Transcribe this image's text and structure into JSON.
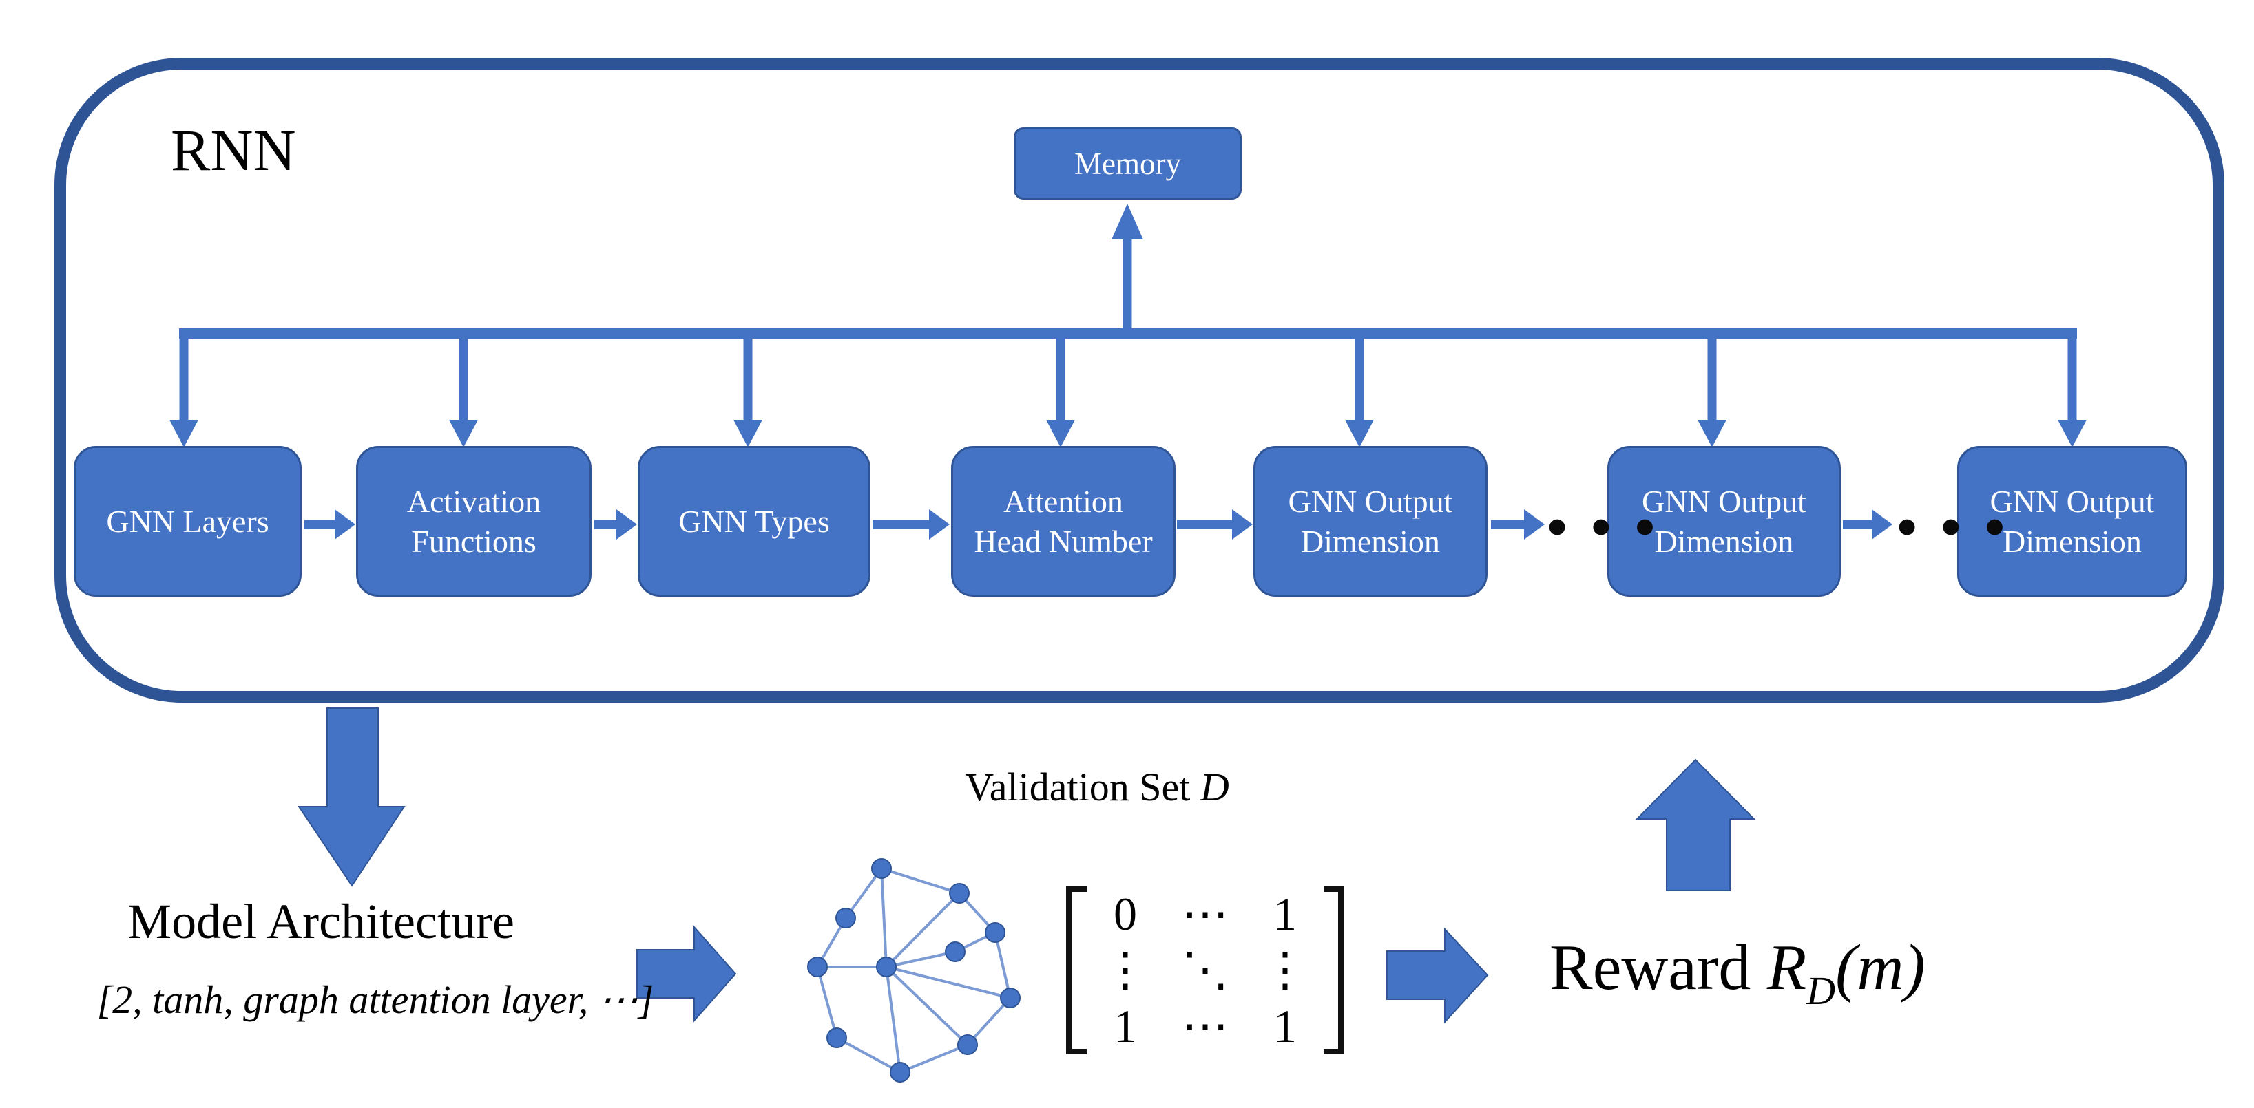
{
  "diagram": {
    "rnn": {
      "label": "RNN",
      "memory_label": "Memory",
      "boxes": [
        {
          "label": "GNN Layers"
        },
        {
          "label": "Activation Functions"
        },
        {
          "label": "GNN Types"
        },
        {
          "label": "Attention Head Number"
        },
        {
          "label": "GNN Output Dimension"
        },
        {
          "label": "GNN Output Dimension"
        },
        {
          "label": "GNN Output Dimension"
        }
      ],
      "ellipsis": "● ● ●"
    },
    "model": {
      "title": "Model Architecture",
      "vector": "[2, tanh, graph attention layer, ⋯]"
    },
    "validation": {
      "title": "Validation Set",
      "symbol": "D"
    },
    "matrix": {
      "rows": [
        [
          "0",
          "⋯",
          "1"
        ],
        [
          "⋮",
          "⋱",
          "⋮"
        ],
        [
          "1",
          "⋯",
          "1"
        ]
      ]
    },
    "reward": {
      "prefix": "Reward",
      "symbol": "R",
      "subscript": "D",
      "argument": "(m)"
    },
    "colors": {
      "accent_blue": "#4472C4",
      "dark_blue": "#2E5496",
      "graph_edge_blue": "#7C9BD4",
      "dot_black": "#0A0A0A"
    }
  }
}
